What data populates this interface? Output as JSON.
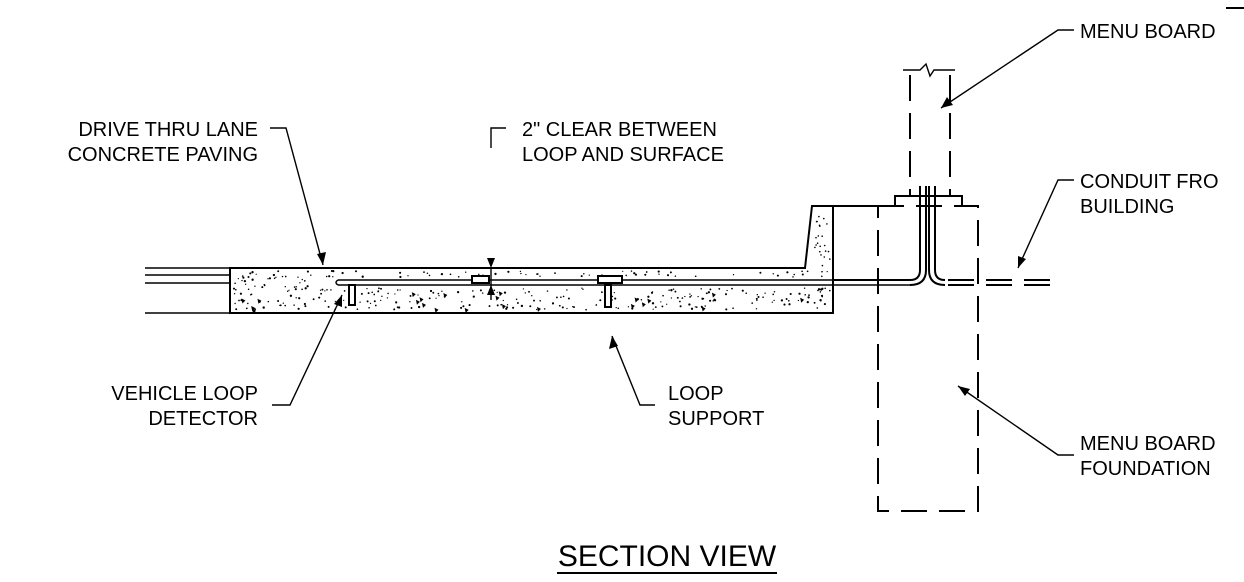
{
  "labels": {
    "menu_board": "MENU BOARD",
    "drive_thru_line1": "DRIVE THRU LANE",
    "drive_thru_line2": "CONCRETE PAVING",
    "clear_line1": "2\" CLEAR BETWEEN",
    "clear_line2": "LOOP AND SURFACE",
    "conduit_line1": "CONDUIT FRO",
    "conduit_line2": "BUILDING",
    "loop_detector_line1": "VEHICLE LOOP",
    "loop_detector_line2": "DETECTOR",
    "loop_support_line1": "LOOP",
    "loop_support_line2": "SUPPORT",
    "foundation_line1": "MENU BOARD",
    "foundation_line2": "FOUNDATION"
  },
  "title": "SECTION VIEW"
}
